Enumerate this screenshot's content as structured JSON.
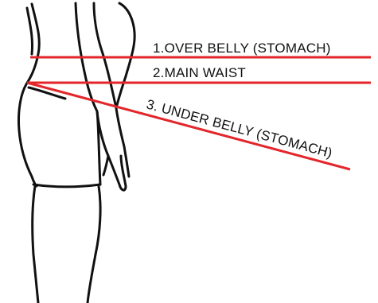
{
  "colors": {
    "measurement_line": "#e3262b",
    "outline": "#111111",
    "background": "#ffffff"
  },
  "measurements": [
    {
      "label": "1.OVER BELLY (STOMACH)"
    },
    {
      "label": "2.MAIN WAIST"
    },
    {
      "label": "3. UNDER BELLY (STOMACH)"
    }
  ]
}
